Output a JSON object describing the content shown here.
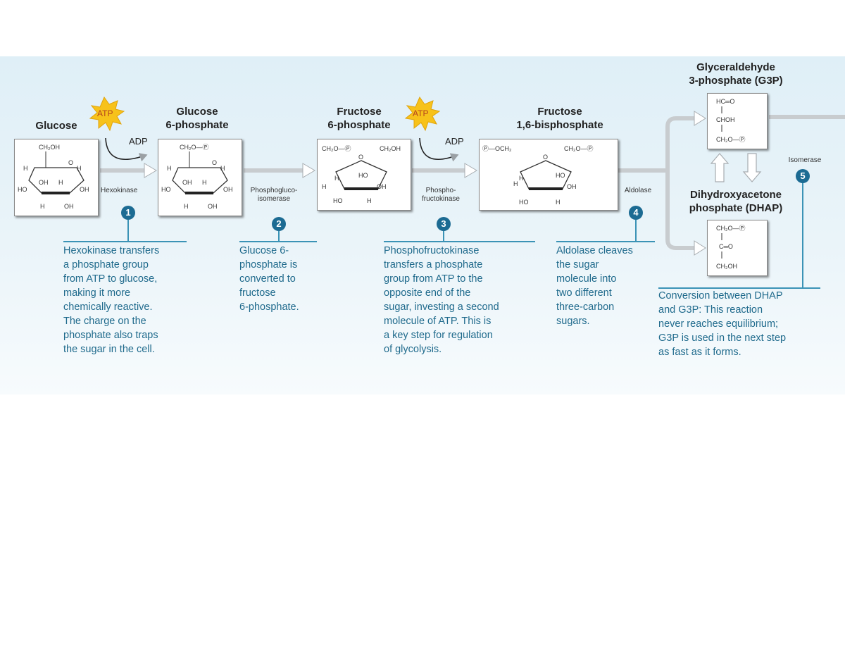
{
  "molecules": {
    "glucose": "Glucose",
    "g6p": "Glucose\n6-phosphate",
    "f6p": "Fructose\n6-phosphate",
    "f16bp": "Fructose\n1,6-bisphosphate",
    "g3p": "Glyceraldehyde\n3-phosphate (G3P)",
    "dhap": "Dihydroxyacetone\nphosphate (DHAP)"
  },
  "cofactors": {
    "atp": "ATP",
    "adp": "ADP"
  },
  "enzymes": {
    "hexokinase": "Hexokinase",
    "phosphoglucoisomerase": "Phosphogluco-\nisomerase",
    "phosphofructokinase": "Phospho-\nfructokinase",
    "aldolase": "Aldolase",
    "isomerase": "Isomerase"
  },
  "steps": [
    {
      "number": "1",
      "text": "Hexokinase transfers\na phosphate group\nfrom ATP to glucose,\nmaking it more\nchemically reactive.\nThe charge on the\nphosphate also traps\nthe sugar in the cell."
    },
    {
      "number": "2",
      "text": "Glucose 6-\nphosphate is\nconverted to\nfructose\n6-phosphate."
    },
    {
      "number": "3",
      "text": "Phosphofructokinase\ntransfers a phosphate\ngroup from ATP to the\nopposite end of the\nsugar, investing a second\nmolecule of ATP. This is\na key step for regulation\nof glycolysis."
    },
    {
      "number": "4",
      "text": "Aldolase cleaves\nthe sugar\nmolecule into\ntwo different\nthree-carbon\nsugars."
    },
    {
      "number": "5",
      "text": "Conversion between DHAP\nand G3P: This reaction\nnever reaches equilibrium;\nG3P is used in the next step\nas fast as it forms."
    }
  ],
  "structure_labels": {
    "ch2oh": "CH₂OH",
    "ch2o_p": "CH₂O—Ⓟ",
    "p_och2": "Ⓟ—OCH₂",
    "oh": "OH",
    "ho": "HO",
    "h": "H",
    "o": "O",
    "hc_o": "HC═O",
    "choh": "CHOH",
    "c_o": "C═O"
  },
  "colors": {
    "accent": "#1c6b93",
    "desc_text": "#1f6a8c",
    "atp_star": "#f7c21a",
    "atp_text": "#b4441d"
  }
}
